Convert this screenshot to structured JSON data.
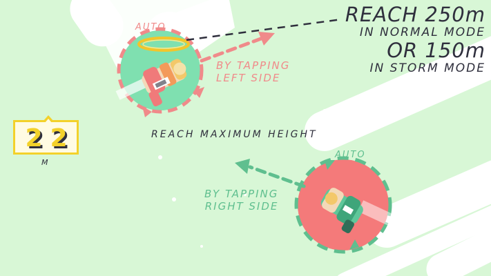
{
  "headline": {
    "line1": "REACH 250m",
    "line2": "IN NORMAL MODE",
    "line3": "OR 150m",
    "line4": "IN STORM MODE"
  },
  "left_circle": {
    "auto_label": "AUTO",
    "tap_line1": "BY TAPPING",
    "tap_line2": "LEFT SIDE"
  },
  "right_circle": {
    "auto_label": "AUTO",
    "tap_line1": "BY TAPPING",
    "tap_line2": "RIGHT SIDE"
  },
  "center_text": "REACH MAXIMUM HEIGHT",
  "height_counter": {
    "digit1": "2",
    "digit2": "2",
    "unit": "M"
  },
  "colors": {
    "background": "#d8f7d6",
    "cloud": "#ffffff",
    "pink": "#f08a8a",
    "green": "#5fbf8f",
    "circle_green": "#7fe0b0",
    "circle_pink": "#f47a7a",
    "yellow": "#f3d12a",
    "dark": "#2f2f3d"
  },
  "icons": {
    "left_character": "jetpack-character-with-halo",
    "right_character": "jetpack-character-facing-right"
  }
}
